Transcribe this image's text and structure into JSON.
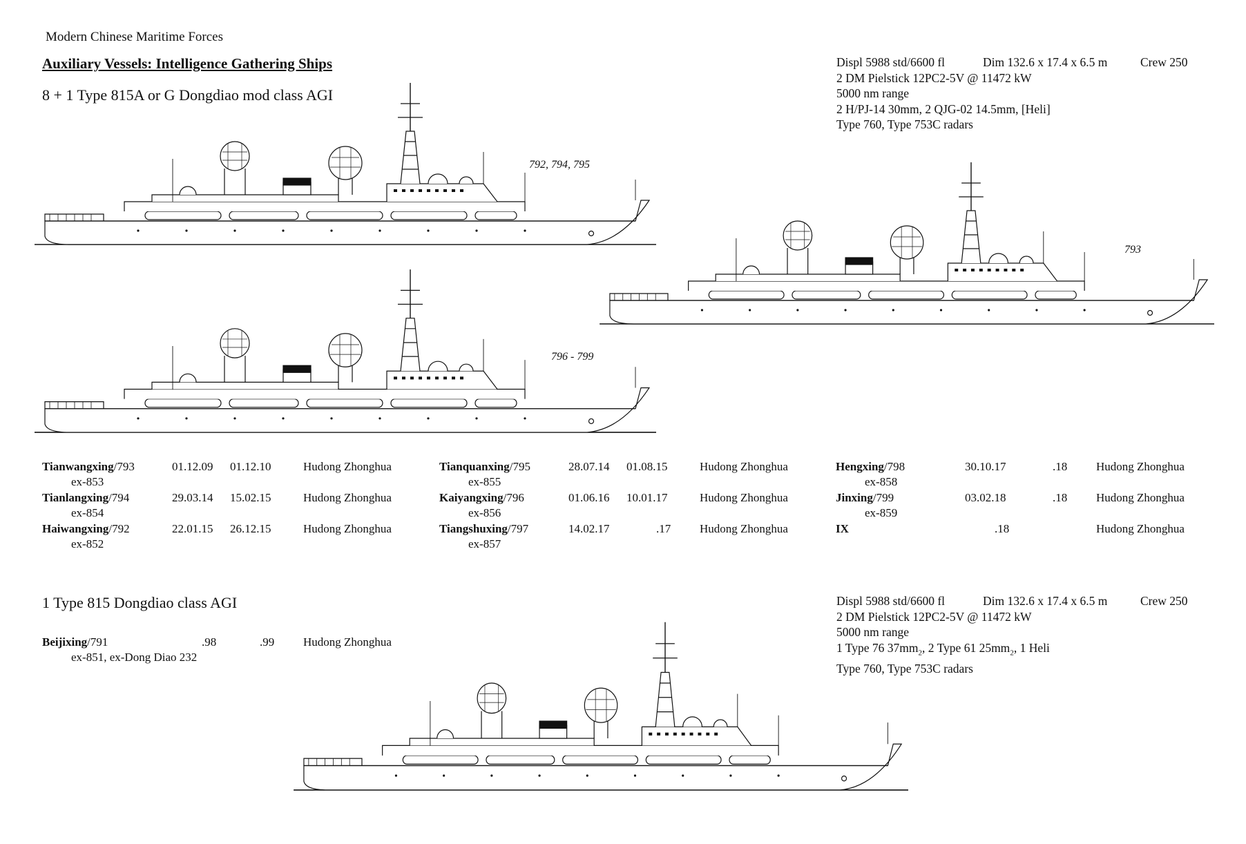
{
  "header": {
    "series": "Modern Chinese Maritime Forces",
    "title": "Auxiliary Vessels: Intelligence Gathering Ships"
  },
  "class_815a": {
    "heading": "8 + 1 Type 815A or G Dongdiao mod class AGI",
    "specs": {
      "line1_displ": "Displ 5988 std/6600 fl",
      "line1_dim": "Dim 132.6 x 17.4 x 6.5 m",
      "line1_crew": "Crew 250",
      "line2": "2 DM Pielstick 12PC2-5V @ 11472 kW",
      "line3": "5000 nm range",
      "line4": "2 H/PJ-14 30mm, 2 QJG-02 14.5mm, [Heli]",
      "line5": "Type 760, Type 753C radars"
    },
    "drawing_labels": {
      "a": "792, 794, 795",
      "b": "793",
      "c": "796 - 799"
    },
    "ships": [
      {
        "name": "Tianwangxing",
        "pennant": "/793",
        "former": "ex-853",
        "laid": "01.12.09",
        "comm": "01.12.10",
        "yard": "Hudong Zhonghua"
      },
      {
        "name": "Tianlangxing",
        "pennant": "/794",
        "former": "ex-854",
        "laid": "29.03.14",
        "comm": "15.02.15",
        "yard": "Hudong Zhonghua"
      },
      {
        "name": "Haiwangxing",
        "pennant": "/792",
        "former": "ex-852",
        "laid": "22.01.15",
        "comm": "26.12.15",
        "yard": "Hudong Zhonghua"
      },
      {
        "name": "Tianquanxing",
        "pennant": "/795",
        "former": "ex-855",
        "laid": "28.07.14",
        "comm": "01.08.15",
        "yard": "Hudong Zhonghua"
      },
      {
        "name": "Kaiyangxing",
        "pennant": "/796",
        "former": "ex-856",
        "laid": "01.06.16",
        "comm": "10.01.17",
        "yard": "Hudong Zhonghua"
      },
      {
        "name": "Tiangshuxing",
        "pennant": "/797",
        "former": "ex-857",
        "laid": "14.02.17",
        "comm": ".17",
        "yard": "Hudong Zhonghua"
      },
      {
        "name": "Hengxing",
        "pennant": "/798",
        "former": "ex-858",
        "laid": "30.10.17",
        "comm": ".18",
        "yard": "Hudong Zhonghua"
      },
      {
        "name": "Jinxing",
        "pennant": "/799",
        "former": "ex-859",
        "laid": "03.02.18",
        "comm": ".18",
        "yard": "Hudong Zhonghua"
      },
      {
        "name": "IX",
        "pennant": "",
        "former": "",
        "laid": ".18",
        "comm": "",
        "yard": "Hudong Zhonghua"
      }
    ]
  },
  "class_815": {
    "heading": "1 Type 815 Dongdiao class AGI",
    "specs": {
      "line1_displ": "Displ 5988 std/6600 fl",
      "line1_dim": "Dim 132.6 x 17.4 x 6.5 m",
      "line1_crew": "Crew 250",
      "line2": "2 DM Pielstick 12PC2-5V @ 11472 kW",
      "line3": "5000 nm range",
      "line4a": "1 Type 76 37mm",
      "sub": "2",
      "line4b": ", 2 Type 61 25mm",
      "line4c": ", 1 Heli",
      "line5": "Type 760, Type 753C radars"
    },
    "ships": [
      {
        "name": "Beijixing",
        "pennant": "/791",
        "former": "ex-851, ex-Dong Diao 232",
        "laid": ".98",
        "comm": ".99",
        "yard": "Hudong Zhonghua"
      }
    ]
  }
}
